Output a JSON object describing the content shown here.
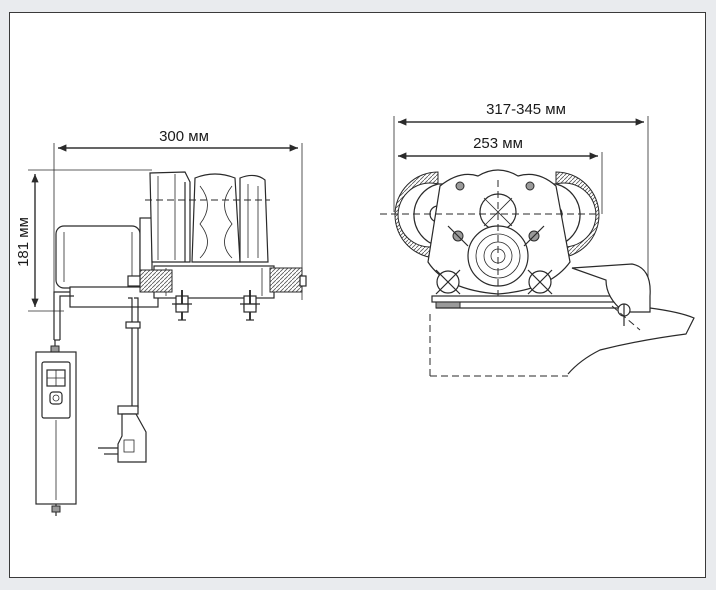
{
  "dimensions": {
    "side_width": "300 мм",
    "side_height": "181 мм",
    "front_total": "317-345 мм",
    "front_inner": "253 мм"
  },
  "colors": {
    "background": "#e9ebee",
    "frame": "#ffffff",
    "line": "#2a2a2a"
  }
}
